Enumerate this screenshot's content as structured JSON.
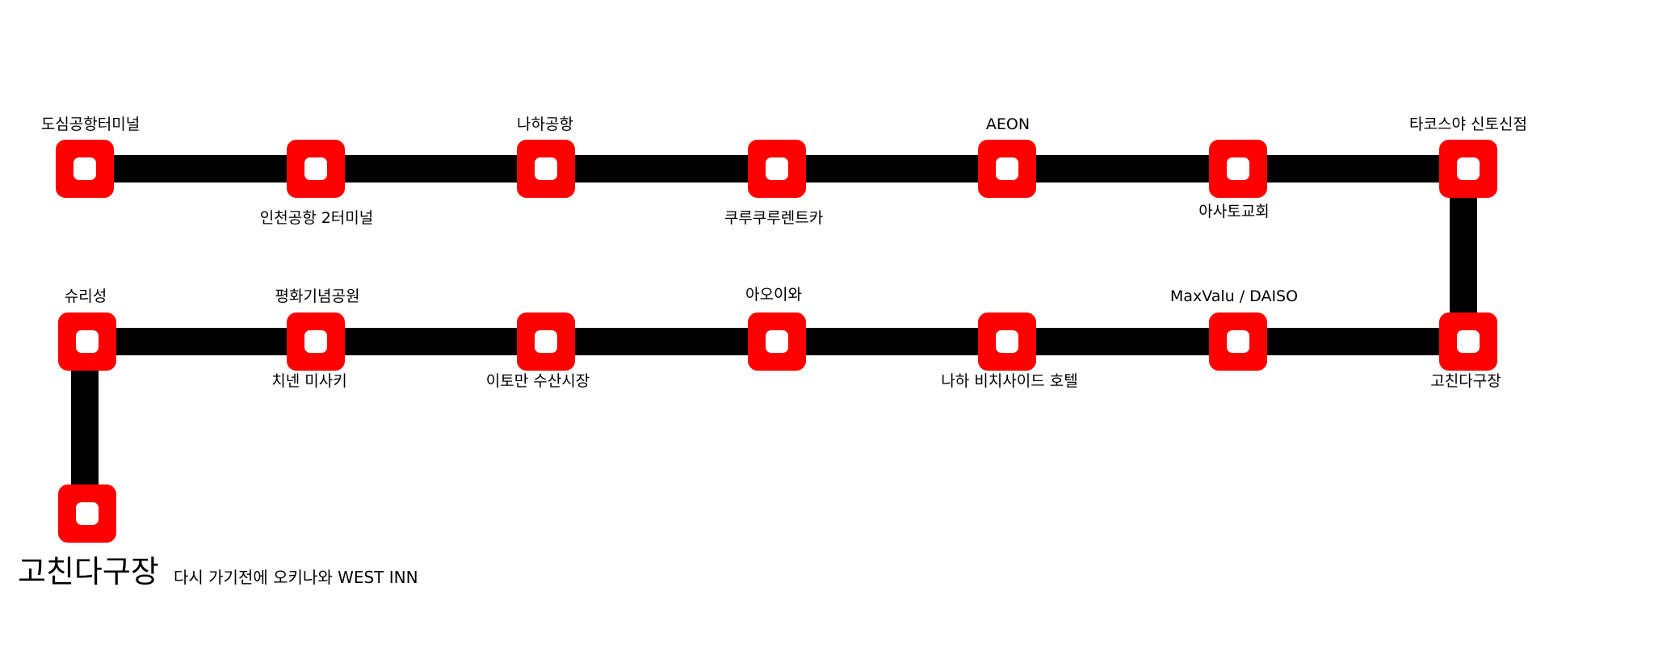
{
  "colors": {
    "track": "#000000",
    "station_fill": "#ff0000",
    "station_hole": "#ffffff"
  },
  "stations": {
    "s1": "도심공항터미널",
    "s2": "인천공항 2터미널",
    "s3": "나하공항",
    "s4": "쿠루쿠루렌트카",
    "s5": "AEON",
    "s6": "아사토교회",
    "s7": "타코스야 신토신점",
    "s8": "고친다구장",
    "s9": "MaxValu / DAISO",
    "s10": "나하 비치사이드 호텔",
    "s11": "아오이와",
    "s12": "이토만 수산시장",
    "s13_top": "평화기념공원",
    "s13_bottom": "치넨 미사키",
    "s14": "슈리성"
  },
  "destination": {
    "title": "고친다구장",
    "note": "다시 가기전에 오키나와 WEST INN"
  }
}
